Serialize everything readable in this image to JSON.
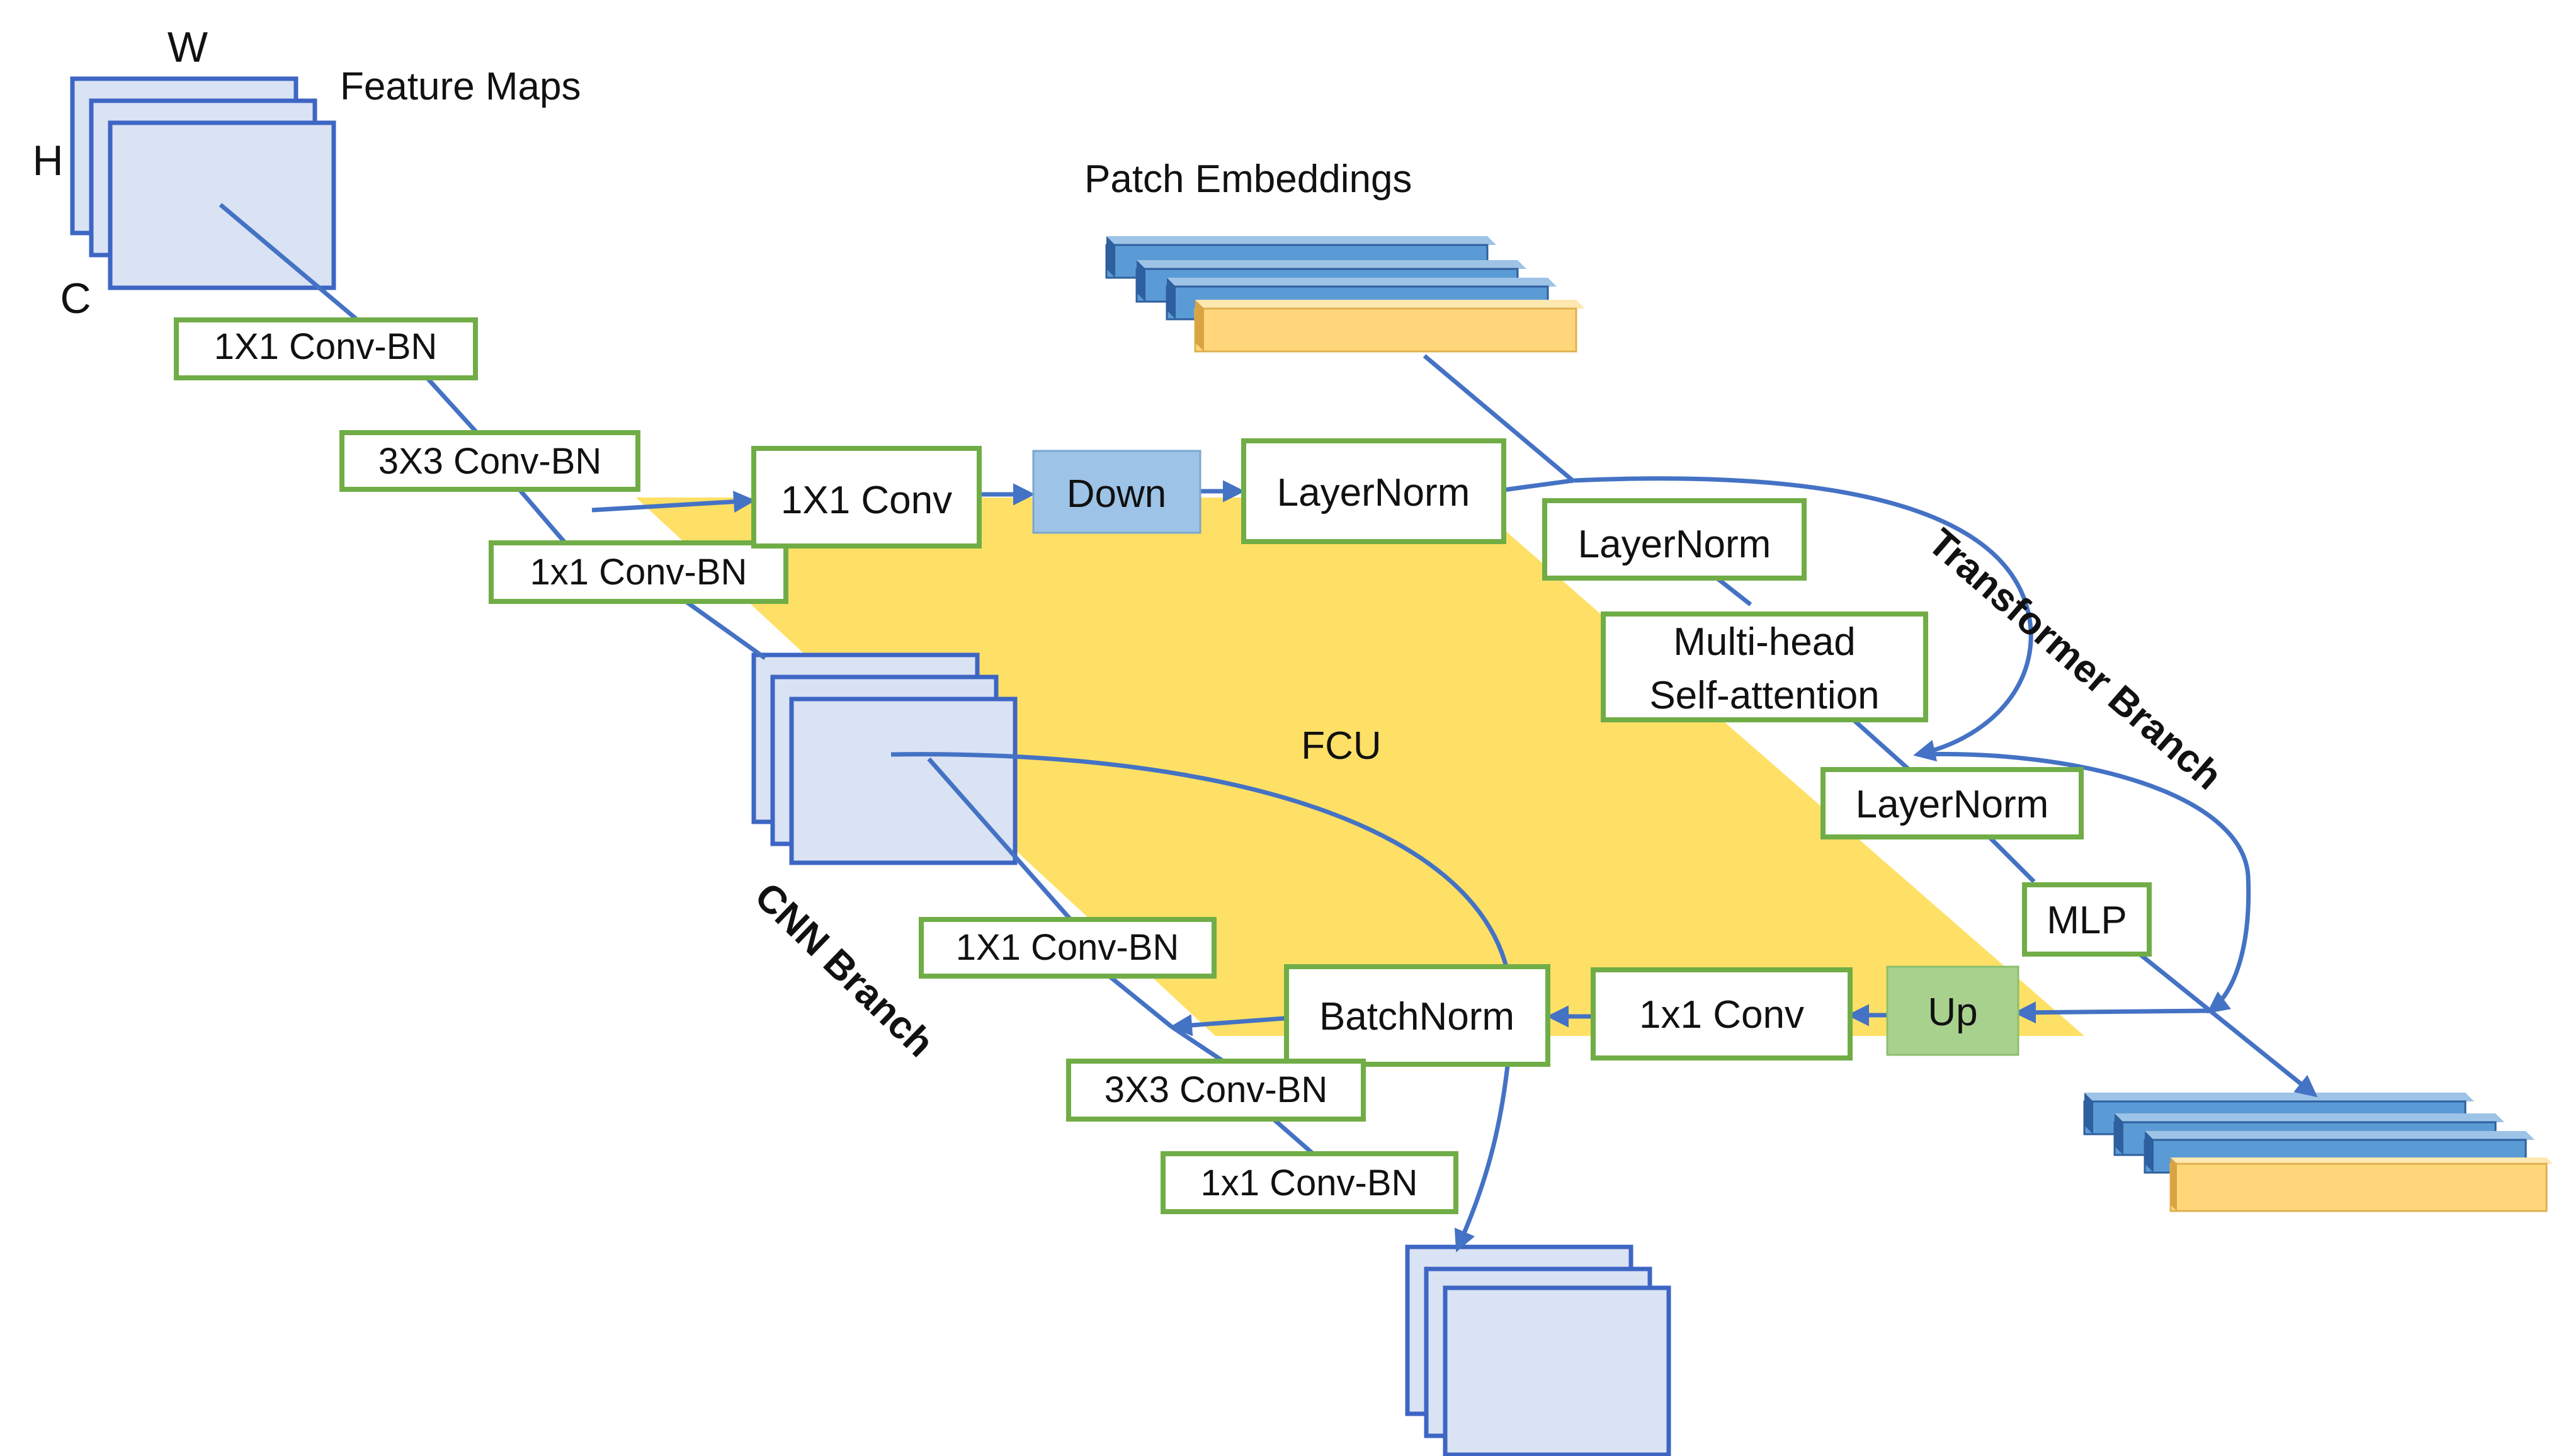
{
  "colors": {
    "fcu_band": "#ffe066",
    "box_border": "#70ad47",
    "connector": "#4472c4",
    "feature_map_fill": "#dae3f3",
    "feature_map_border": "#3d66c4",
    "embedding_blue": "#5b9bd5",
    "embedding_yellow": "#ffd77a",
    "down_fill": "#9dc3e6",
    "up_fill": "#a9d18e"
  },
  "labels": {
    "feature_maps": "Feature Maps",
    "dim_w": "W",
    "dim_h": "H",
    "dim_c": "C",
    "patch_embeddings": "Patch Embeddings",
    "fcu": "FCU",
    "cnn_branch": "CNN Branch",
    "transformer_branch": "Transformer Branch"
  },
  "cnn_top": {
    "conv1": "1X1 Conv-BN",
    "conv2": "3X3 Conv-BN",
    "conv3": "1x1 Conv-BN"
  },
  "cnn_bottom": {
    "conv1": "1X1 Conv-BN",
    "conv2": "3X3 Conv-BN",
    "conv3": "1x1 Conv-BN"
  },
  "fcu_down": {
    "conv": "1X1 Conv",
    "down": "Down",
    "norm": "LayerNorm"
  },
  "fcu_up": {
    "up": "Up",
    "conv": "1x1 Conv",
    "norm": "BatchNorm"
  },
  "transformer": {
    "norm1": "LayerNorm",
    "attn_line1": "Multi-head",
    "attn_line2": "Self-attention",
    "norm2": "LayerNorm",
    "mlp": "MLP"
  }
}
